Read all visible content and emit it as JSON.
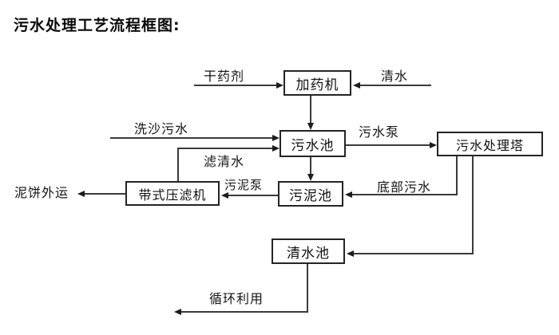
{
  "title": "污水处理工艺流程框图:",
  "nodes": {
    "dosing_machine": "加药机",
    "sewage_pool": "污水池",
    "treatment_tower": "污水处理塔",
    "sludge_pool": "污泥池",
    "belt_filter_press": "带式压滤机",
    "clean_water_pool": "清水池"
  },
  "flow_labels": {
    "dry_agent": "干药剂",
    "clean_water": "清水",
    "sand_washing_sewage": "洗沙污水",
    "sewage_pump": "污水泵",
    "filtered_water": "滤清水",
    "sludge_pump": "污泥泵",
    "bottom_sewage": "底部污水",
    "mud_cake_out": "泥饼外运",
    "recycle": "循环利用"
  },
  "colors": {
    "background": "#ffffff",
    "line": "#3a3a3a",
    "box_border": "#242424",
    "text": "#000000"
  }
}
